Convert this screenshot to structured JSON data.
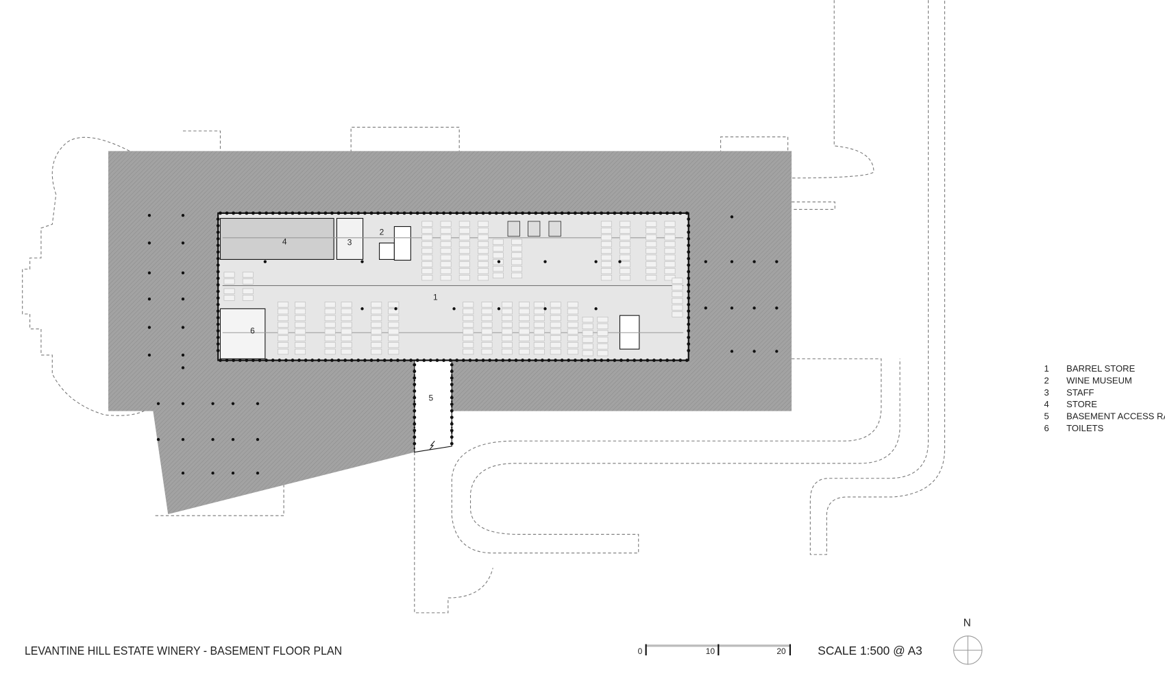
{
  "title": "LEVANTINE HILL ESTATE WINERY - BASEMENT FLOOR PLAN",
  "scale": {
    "text": "SCALE 1:500 @ A3",
    "bar_labels": [
      "0",
      "10",
      "20"
    ]
  },
  "north": "N",
  "rooms": [
    "1",
    "2",
    "3",
    "4",
    "5",
    "6"
  ],
  "legend": [
    {
      "num": "1",
      "label": "BARREL STORE"
    },
    {
      "num": "2",
      "label": "WINE MUSEUM"
    },
    {
      "num": "3",
      "label": "STAFF"
    },
    {
      "num": "4",
      "label": "STORE"
    },
    {
      "num": "5",
      "label": "BASEMENT ACCESS RAMP"
    },
    {
      "num": "6",
      "label": "TOILETS"
    }
  ],
  "colors": {
    "hatch": "#9a9a9a",
    "floor": "#e6e6e6",
    "store": "#cfcfcf",
    "line": "#111111"
  }
}
